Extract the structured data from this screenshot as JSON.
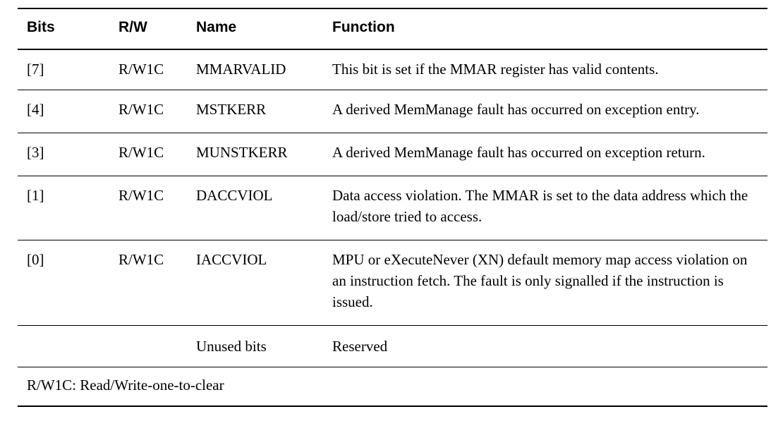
{
  "table": {
    "name": "memmanage-status-register-bit-assignments",
    "columns": [
      {
        "key": "bits",
        "label": "Bits"
      },
      {
        "key": "rw",
        "label": "R/W"
      },
      {
        "key": "name",
        "label": "Name"
      },
      {
        "key": "function",
        "label": "Function"
      }
    ],
    "rows": [
      {
        "bits": "[7]",
        "rw": "R/W1C",
        "name": "MMARVALID",
        "function": "This bit is set if the MMAR register has valid contents."
      },
      {
        "bits": "[4]",
        "rw": "R/W1C",
        "name": "MSTKERR",
        "function": "A derived MemManage fault has occurred on exception entry."
      },
      {
        "bits": "[3]",
        "rw": "R/W1C",
        "name": "MUNSTKERR",
        "function": "A derived MemManage fault has occurred on exception return."
      },
      {
        "bits": "[1]",
        "rw": "R/W1C",
        "name": "DACCVIOL",
        "function": "Data access violation. The MMAR is set to the data address which the load/store tried to access."
      },
      {
        "bits": "[0]",
        "rw": "R/W1C",
        "name": "IACCVIOL",
        "function": "MPU or eXecuteNever (XN) default memory map access violation on an instruction fetch. The fault is only signalled if the instruction is issued."
      },
      {
        "bits": "",
        "rw": "",
        "name": "Unused bits",
        "function": "Reserved"
      }
    ],
    "footnote": "R/W1C: Read/Write-one-to-clear"
  },
  "style": {
    "text_color": "#000000",
    "background_color": "#ffffff",
    "rule_color": "#000000"
  }
}
